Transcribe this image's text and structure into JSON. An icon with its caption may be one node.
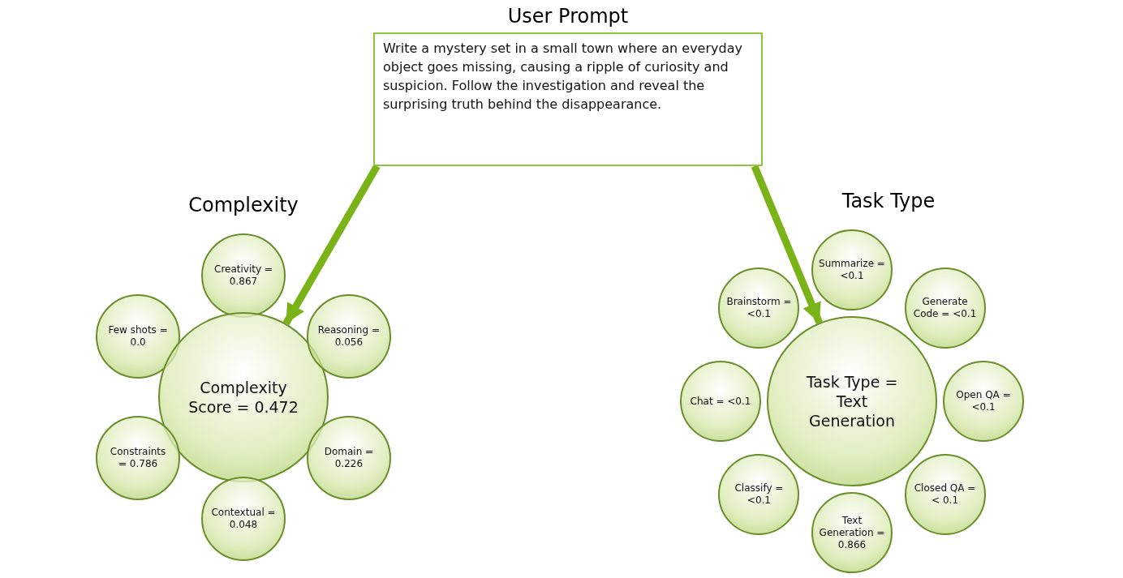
{
  "diagram": {
    "nodes": [
      {
        "text": [
          "User Prompt",
          "Write a mystery set in a small town where an everyday object goes missing, causing a ripple of curiosity and suspicion. Follow the investigation and reveal the surprising truth behind the disappearance."
        ]
      },
      {
        "text": [
          "Creativity = 0.867"
        ]
      },
      {
        "text": [
          "Few shots = 0.0"
        ]
      },
      {
        "text": [
          "Complexity Score = 0.472"
        ]
      },
      {
        "text": [
          "Reasoning = 0.056"
        ]
      },
      {
        "text": [
          "Constraints = 0.786"
        ]
      },
      {
        "text": [
          "Domain = 0.226"
        ]
      },
      {
        "text": [
          "Contextual = 0.048"
        ]
      },
      {
        "text": [
          "Summarize = <0.1"
        ]
      },
      {
        "text": [
          "Brainstorm = <0.1"
        ]
      },
      {
        "text": [
          "Generate Code = <0.1"
        ]
      },
      {
        "text": [
          "Chat = <0.1"
        ]
      },
      {
        "text": [
          "Task Type = Text Generation"
        ]
      },
      {
        "text": [
          "Open QA = <0.1"
        ]
      },
      {
        "text": [
          "Classify = <0.1"
        ]
      },
      {
        "text": [
          "Closed QA = < 0.1"
        ]
      },
      {
        "text": [
          "Text Generation = 0.866"
        ]
      }
    ],
    "edges": [
      {
        "from": 0,
        "to": 3,
        "arrow": "to"
      },
      {
        "from": 0,
        "to": 12,
        "arrow": "to"
      }
    ],
    "labels": [
      "Complexity",
      "Task Type"
    ]
  }
}
